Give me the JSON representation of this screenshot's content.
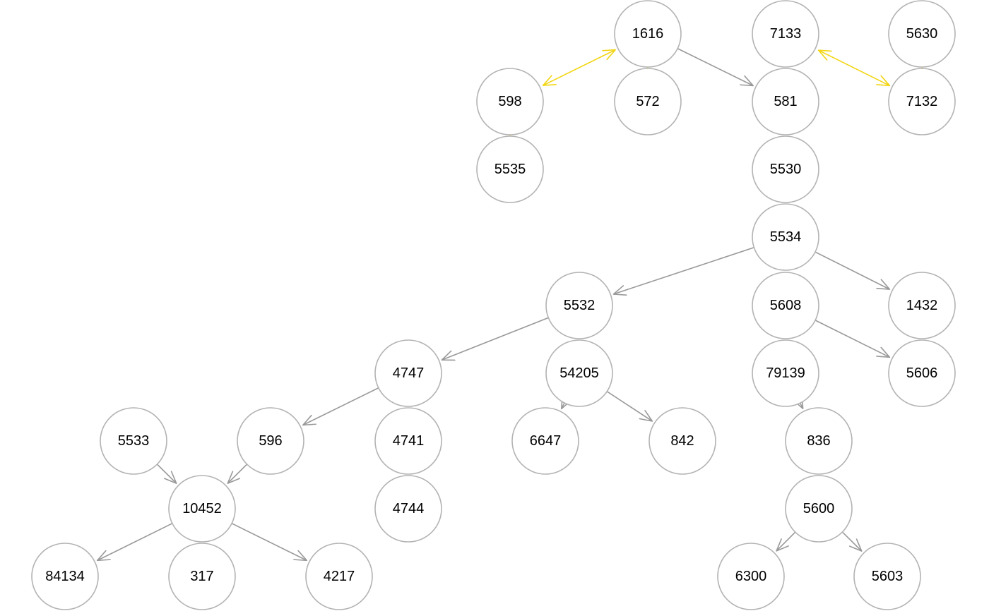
{
  "colors": {
    "directed_edge": "#999999",
    "bidirectional_edge": "#f2d511",
    "node_stroke": "#b3b3b3",
    "node_fill": "#ffffff",
    "label": "#000000"
  },
  "nodes": [
    {
      "id": "1616",
      "label": "1616"
    },
    {
      "id": "7133",
      "label": "7133"
    },
    {
      "id": "5630",
      "label": "5630"
    },
    {
      "id": "598",
      "label": "598"
    },
    {
      "id": "572",
      "label": "572"
    },
    {
      "id": "581",
      "label": "581"
    },
    {
      "id": "7132",
      "label": "7132"
    },
    {
      "id": "5535",
      "label": "5535"
    },
    {
      "id": "5530",
      "label": "5530"
    },
    {
      "id": "5534",
      "label": "5534"
    },
    {
      "id": "5532",
      "label": "5532"
    },
    {
      "id": "5608",
      "label": "5608"
    },
    {
      "id": "1432",
      "label": "1432"
    },
    {
      "id": "4747",
      "label": "4747"
    },
    {
      "id": "54205",
      "label": "54205"
    },
    {
      "id": "79139",
      "label": "79139"
    },
    {
      "id": "5606",
      "label": "5606"
    },
    {
      "id": "5533",
      "label": "5533"
    },
    {
      "id": "596",
      "label": "596"
    },
    {
      "id": "4741",
      "label": "4741"
    },
    {
      "id": "6647",
      "label": "6647"
    },
    {
      "id": "842",
      "label": "842"
    },
    {
      "id": "836",
      "label": "836"
    },
    {
      "id": "10452",
      "label": "10452"
    },
    {
      "id": "4744",
      "label": "4744"
    },
    {
      "id": "5600",
      "label": "5600"
    },
    {
      "id": "84134",
      "label": "84134"
    },
    {
      "id": "317",
      "label": "317"
    },
    {
      "id": "4217",
      "label": "4217"
    },
    {
      "id": "6300",
      "label": "6300"
    },
    {
      "id": "5603",
      "label": "5603"
    }
  ],
  "edges": [
    {
      "from": "598",
      "to": "1616",
      "type": "bidirectional"
    },
    {
      "from": "1616",
      "to": "572",
      "type": "bidirectional"
    },
    {
      "from": "598",
      "to": "5535",
      "type": "bidirectional"
    },
    {
      "from": "5630",
      "to": "7132",
      "type": "bidirectional"
    },
    {
      "from": "7133",
      "to": "7132",
      "type": "bidirectional"
    },
    {
      "from": "1616",
      "to": "581",
      "type": "directed"
    },
    {
      "from": "7133",
      "to": "581",
      "type": "directed"
    },
    {
      "from": "581",
      "to": "5530",
      "type": "directed"
    },
    {
      "from": "5530",
      "to": "5534",
      "type": "directed"
    },
    {
      "from": "5534",
      "to": "5532",
      "type": "directed"
    },
    {
      "from": "5534",
      "to": "5608",
      "type": "directed"
    },
    {
      "from": "5534",
      "to": "1432",
      "type": "directed"
    },
    {
      "from": "5532",
      "to": "4747",
      "type": "directed"
    },
    {
      "from": "5532",
      "to": "54205",
      "type": "directed"
    },
    {
      "from": "5608",
      "to": "79139",
      "type": "directed"
    },
    {
      "from": "5608",
      "to": "5606",
      "type": "directed"
    },
    {
      "from": "4747",
      "to": "596",
      "type": "directed"
    },
    {
      "from": "4747",
      "to": "4741",
      "type": "directed"
    },
    {
      "from": "54205",
      "to": "6647",
      "type": "directed"
    },
    {
      "from": "54205",
      "to": "842",
      "type": "directed"
    },
    {
      "from": "79139",
      "to": "836",
      "type": "directed"
    },
    {
      "from": "5533",
      "to": "10452",
      "type": "directed"
    },
    {
      "from": "596",
      "to": "10452",
      "type": "directed"
    },
    {
      "from": "4741",
      "to": "4744",
      "type": "directed"
    },
    {
      "from": "836",
      "to": "5600",
      "type": "directed"
    },
    {
      "from": "10452",
      "to": "84134",
      "type": "directed"
    },
    {
      "from": "10452",
      "to": "317",
      "type": "directed"
    },
    {
      "from": "10452",
      "to": "4217",
      "type": "directed"
    },
    {
      "from": "5600",
      "to": "6300",
      "type": "directed"
    },
    {
      "from": "5600",
      "to": "5603",
      "type": "directed"
    }
  ]
}
